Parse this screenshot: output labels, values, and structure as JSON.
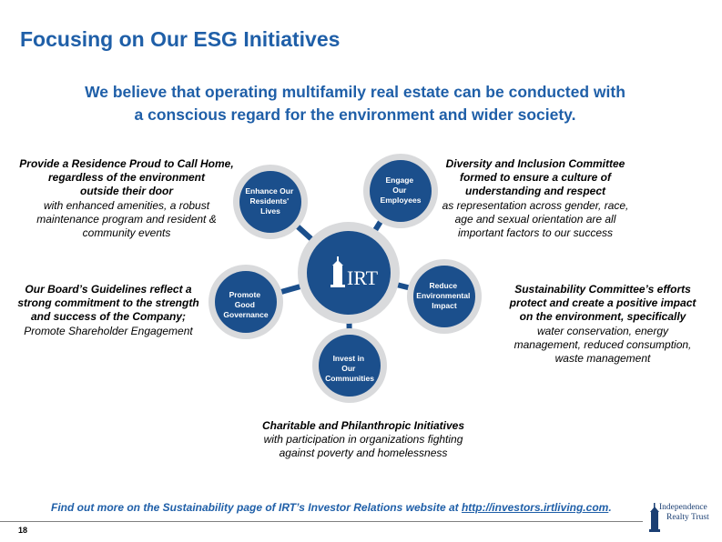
{
  "title": "Focusing on Our ESG Initiatives",
  "headline": {
    "line1": "We believe that operating multifamily real estate can be conducted with",
    "line2": "a conscious regard for the environment and wider society."
  },
  "hub": {
    "label": "IRT"
  },
  "nodes": [
    {
      "id": "residents",
      "lines": [
        "Enhance Our",
        "Residents'",
        "Lives"
      ]
    },
    {
      "id": "employees",
      "lines": [
        "Engage",
        "Our",
        "Employees"
      ]
    },
    {
      "id": "environment",
      "lines": [
        "Reduce",
        "Environmental",
        "Impact"
      ]
    },
    {
      "id": "communities",
      "lines": [
        "Invest in",
        "Our",
        "Communities"
      ]
    },
    {
      "id": "governance",
      "lines": [
        "Promote",
        "Good",
        "Governance"
      ]
    }
  ],
  "blocks": {
    "residence": {
      "bold": [
        "Provide a Residence Proud to Call Home,",
        "regardless of the environment",
        "outside their door"
      ],
      "normal": [
        "with enhanced amenities, a robust",
        "maintenance program and resident &",
        "community events"
      ]
    },
    "diversity": {
      "bold": [
        "Diversity and Inclusion Committee",
        "formed to ensure a culture of",
        "understanding and respect"
      ],
      "normal": [
        "as representation across gender, race,",
        "age and sexual orientation are all",
        "important factors to our success"
      ]
    },
    "board": {
      "bold": [
        "Our Board’s Guidelines reflect a",
        "strong commitment to the strength",
        "and success of the Company;"
      ],
      "normal": [
        "Promote Shareholder Engagement"
      ]
    },
    "sustainability": {
      "bold": [
        "Sustainability Committee’s efforts",
        "protect and create a positive impact",
        "on the environment, specifically"
      ],
      "normal": [
        "water conservation, energy",
        "management, reduced consumption,",
        "waste management"
      ]
    },
    "charitable": {
      "bold": [
        "Charitable and Philanthropic Initiatives"
      ],
      "normal": [
        "with participation in organizations fighting",
        "against poverty and homelessness"
      ]
    }
  },
  "footer": {
    "text": "Find out more on the Sustainability page of IRT’s Investor Relations website at ",
    "link": "http://investors.irtliving.com",
    "suffix": ".",
    "page_number": "18"
  },
  "logo": {
    "line1": "Independence",
    "line2": "Realty Trust"
  },
  "colors": {
    "brand_blue": "#1f5fa8",
    "node_blue": "#1b4f8c",
    "ring_gray": "#d9dadc"
  }
}
